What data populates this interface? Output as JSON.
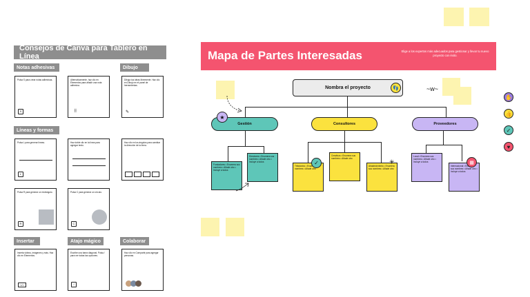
{
  "guide": {
    "title": "Consejos de Canva para Tablero en Línea",
    "sections": {
      "notes": "Notas adhesivas",
      "draw": "Dibujo",
      "lines": "Líneas y formas",
      "insert": "Insertar",
      "magic": "Atajo mágico",
      "collab": "Colaborar"
    },
    "cards": {
      "notes_1": "Pulsa S para crear notas adhesivas.",
      "notes_2": "Alternativamente, haz clic en Elementos para añadir una nota adhesiva.",
      "draw_1": "Dibuja tus ideas libremente. Haz clic en Dibujo en el panel de herramientas.",
      "lines_1": "Pulsa L para generar líneas.",
      "lines_2": "Haz doble clic en la línea para agregar texto.",
      "lines_3": "Haz clic en los ángulos para cambiar la dirección de la línea.",
      "shapes_1": "Pulsa R para generar un rectángulo.",
      "shapes_2": "Pulsa C para generar un círculo.",
      "insert_1": "Inserta videos, imágenes y más. Haz clic en Elementos.",
      "magic_1": "Escribe una barra diagonal. Pulsa / para ver todas las opciones.",
      "collab_1": "Haz clic en Compartir para agregar personas."
    },
    "keys": {
      "s": "S",
      "l": "L",
      "r": "R",
      "c": "C",
      "slash": "/"
    }
  },
  "board": {
    "title": "Mapa de Partes Interesadas",
    "subtitle": "Elige a los expertos más adecuados para gestionar y llevar tu nuevo proyecto con éxito.",
    "root": "Nombra el proyecto",
    "groups": [
      {
        "label": "Gestión",
        "color": "#5ec6b8"
      },
      {
        "label": "Consultores",
        "color": "#fbe23e"
      },
      {
        "label": "Proveedores",
        "color": "#c8b6f4"
      }
    ],
    "notes": {
      "g1": "Fundadores • Enumera sus nombres • Añade otro • Incluye a todos",
      "g2": "Directores • Enumera sus nombres • Añade otro • Incluye a todos",
      "c1": "Tributarios • Enumera sus nombres • Añade otro",
      "c2": "Creativos • Enumera sus nombres • Añade otro",
      "c3": "Abastecimiento • Enumera sus nombres • Añade otro",
      "p1": "Local • Enumera sus nombres • Añade otro • Incluye a todos",
      "p2": "Internacional • Enumera sus nombres • Añade otro • Incluye a todos"
    }
  },
  "colors": {
    "banner": "#f4546f",
    "sticky": "#fdf4b0"
  }
}
